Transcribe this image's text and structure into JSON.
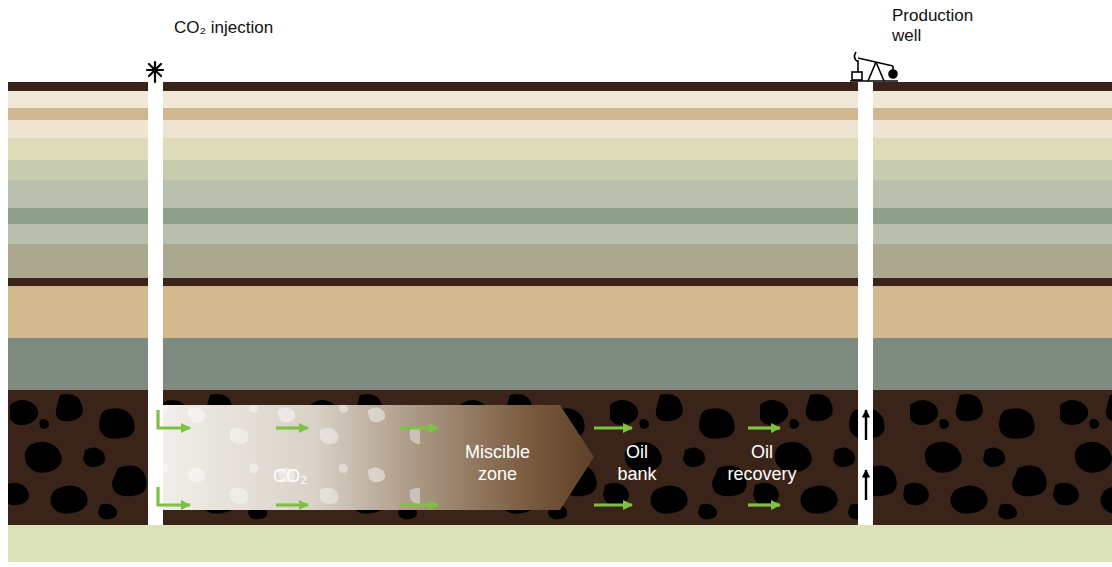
{
  "diagram": {
    "labels": [
      "CO₂ injection",
      "Production well",
      "CO₂",
      "Miscible zone",
      "Oil bank",
      "Oil recovery"
    ]
  }
}
